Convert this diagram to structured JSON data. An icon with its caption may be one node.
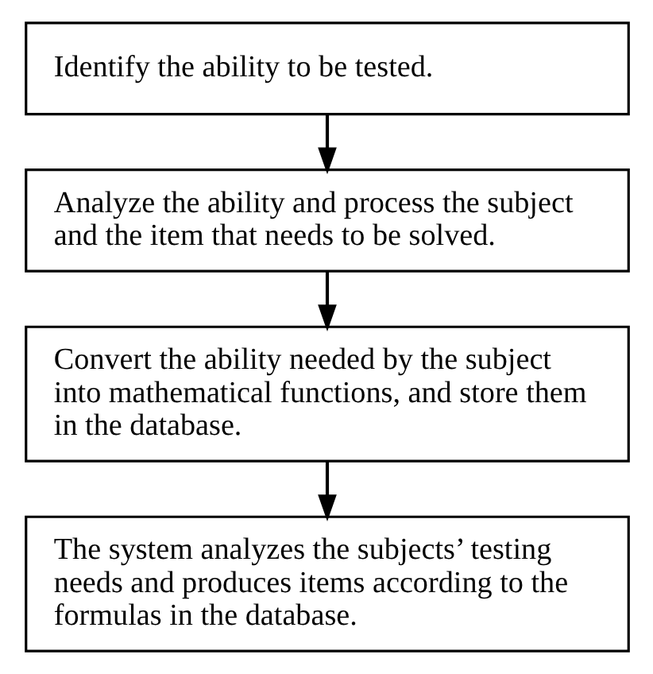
{
  "diagram": {
    "nodes": [
      {
        "text": [
          "Identify the ability to be tested."
        ]
      },
      {
        "text": [
          "Analyze the ability and process the subject and the item that needs to be solved."
        ]
      },
      {
        "text": [
          "Convert the ability needed by the subject into mathematical functions, and store them in the database."
        ]
      },
      {
        "text": [
          "The system analyzes the subjects’ testing needs and produces items according to the formulas in the database."
        ]
      }
    ],
    "edges": [
      {
        "from": 0,
        "to": 1,
        "arrow": "to"
      },
      {
        "from": 1,
        "to": 2,
        "arrow": "to"
      },
      {
        "from": 2,
        "to": 3,
        "arrow": "to"
      }
    ]
  }
}
